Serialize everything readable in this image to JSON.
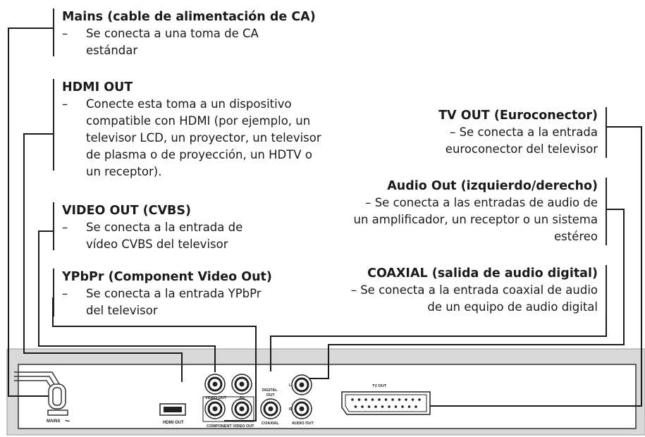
{
  "left_callouts": [
    {
      "title": "Mains (cable de alimentación de CA)",
      "dash": "–",
      "text": "Se conecta a una toma de CA estándar"
    },
    {
      "title": "HDMI OUT",
      "dash": "–",
      "text": "Conecte esta toma a un dispositivo compatible con HDMI (por ejemplo, un televisor LCD, un proyector, un televisor de plasma o de proyección, un HDTV o un receptor)."
    },
    {
      "title": "VIDEO OUT (CVBS)",
      "dash": "–",
      "text": "Se conecta a la entrada de vídeo CVBS del televisor"
    },
    {
      "title": "YPbPr (Component Video Out)",
      "dash": "–",
      "text": "Se conecta a la entrada YPbPr del televisor"
    }
  ],
  "right_callouts": [
    {
      "title": "TV OUT (Euroconector)",
      "text": "– Se conecta a la entrada euroconector del televisor"
    },
    {
      "title": "Audio Out (izquierdo/derecho)",
      "text": "– Se conecta a las entradas de audio de un amplificador, un receptor o un sistema estéreo"
    },
    {
      "title": "COAXIAL (salida de audio digital)",
      "text": "– Se conecta a la entrada coaxial de audio de un equipo de audio digital"
    }
  ],
  "panel_labels": {
    "mains": "MAINS",
    "mains_symbol": "~",
    "hdmi_out": "HDMI OUT",
    "video_out": "VIDEO OUT",
    "pb": "Pb",
    "component_video_out": "COMPONENT VIDEO OUT",
    "digital_out_1": "DIGITAL",
    "digital_out_2": "OUT",
    "coaxial": "COAXIAL",
    "audio_l": "L",
    "audio_r": "R",
    "audio_out": "AUDIO OUT",
    "tv_out": "TV OUT"
  },
  "colors": {
    "panel": "#d9d9d9",
    "panel_border": "#999999",
    "line": "#1a1a1a"
  }
}
